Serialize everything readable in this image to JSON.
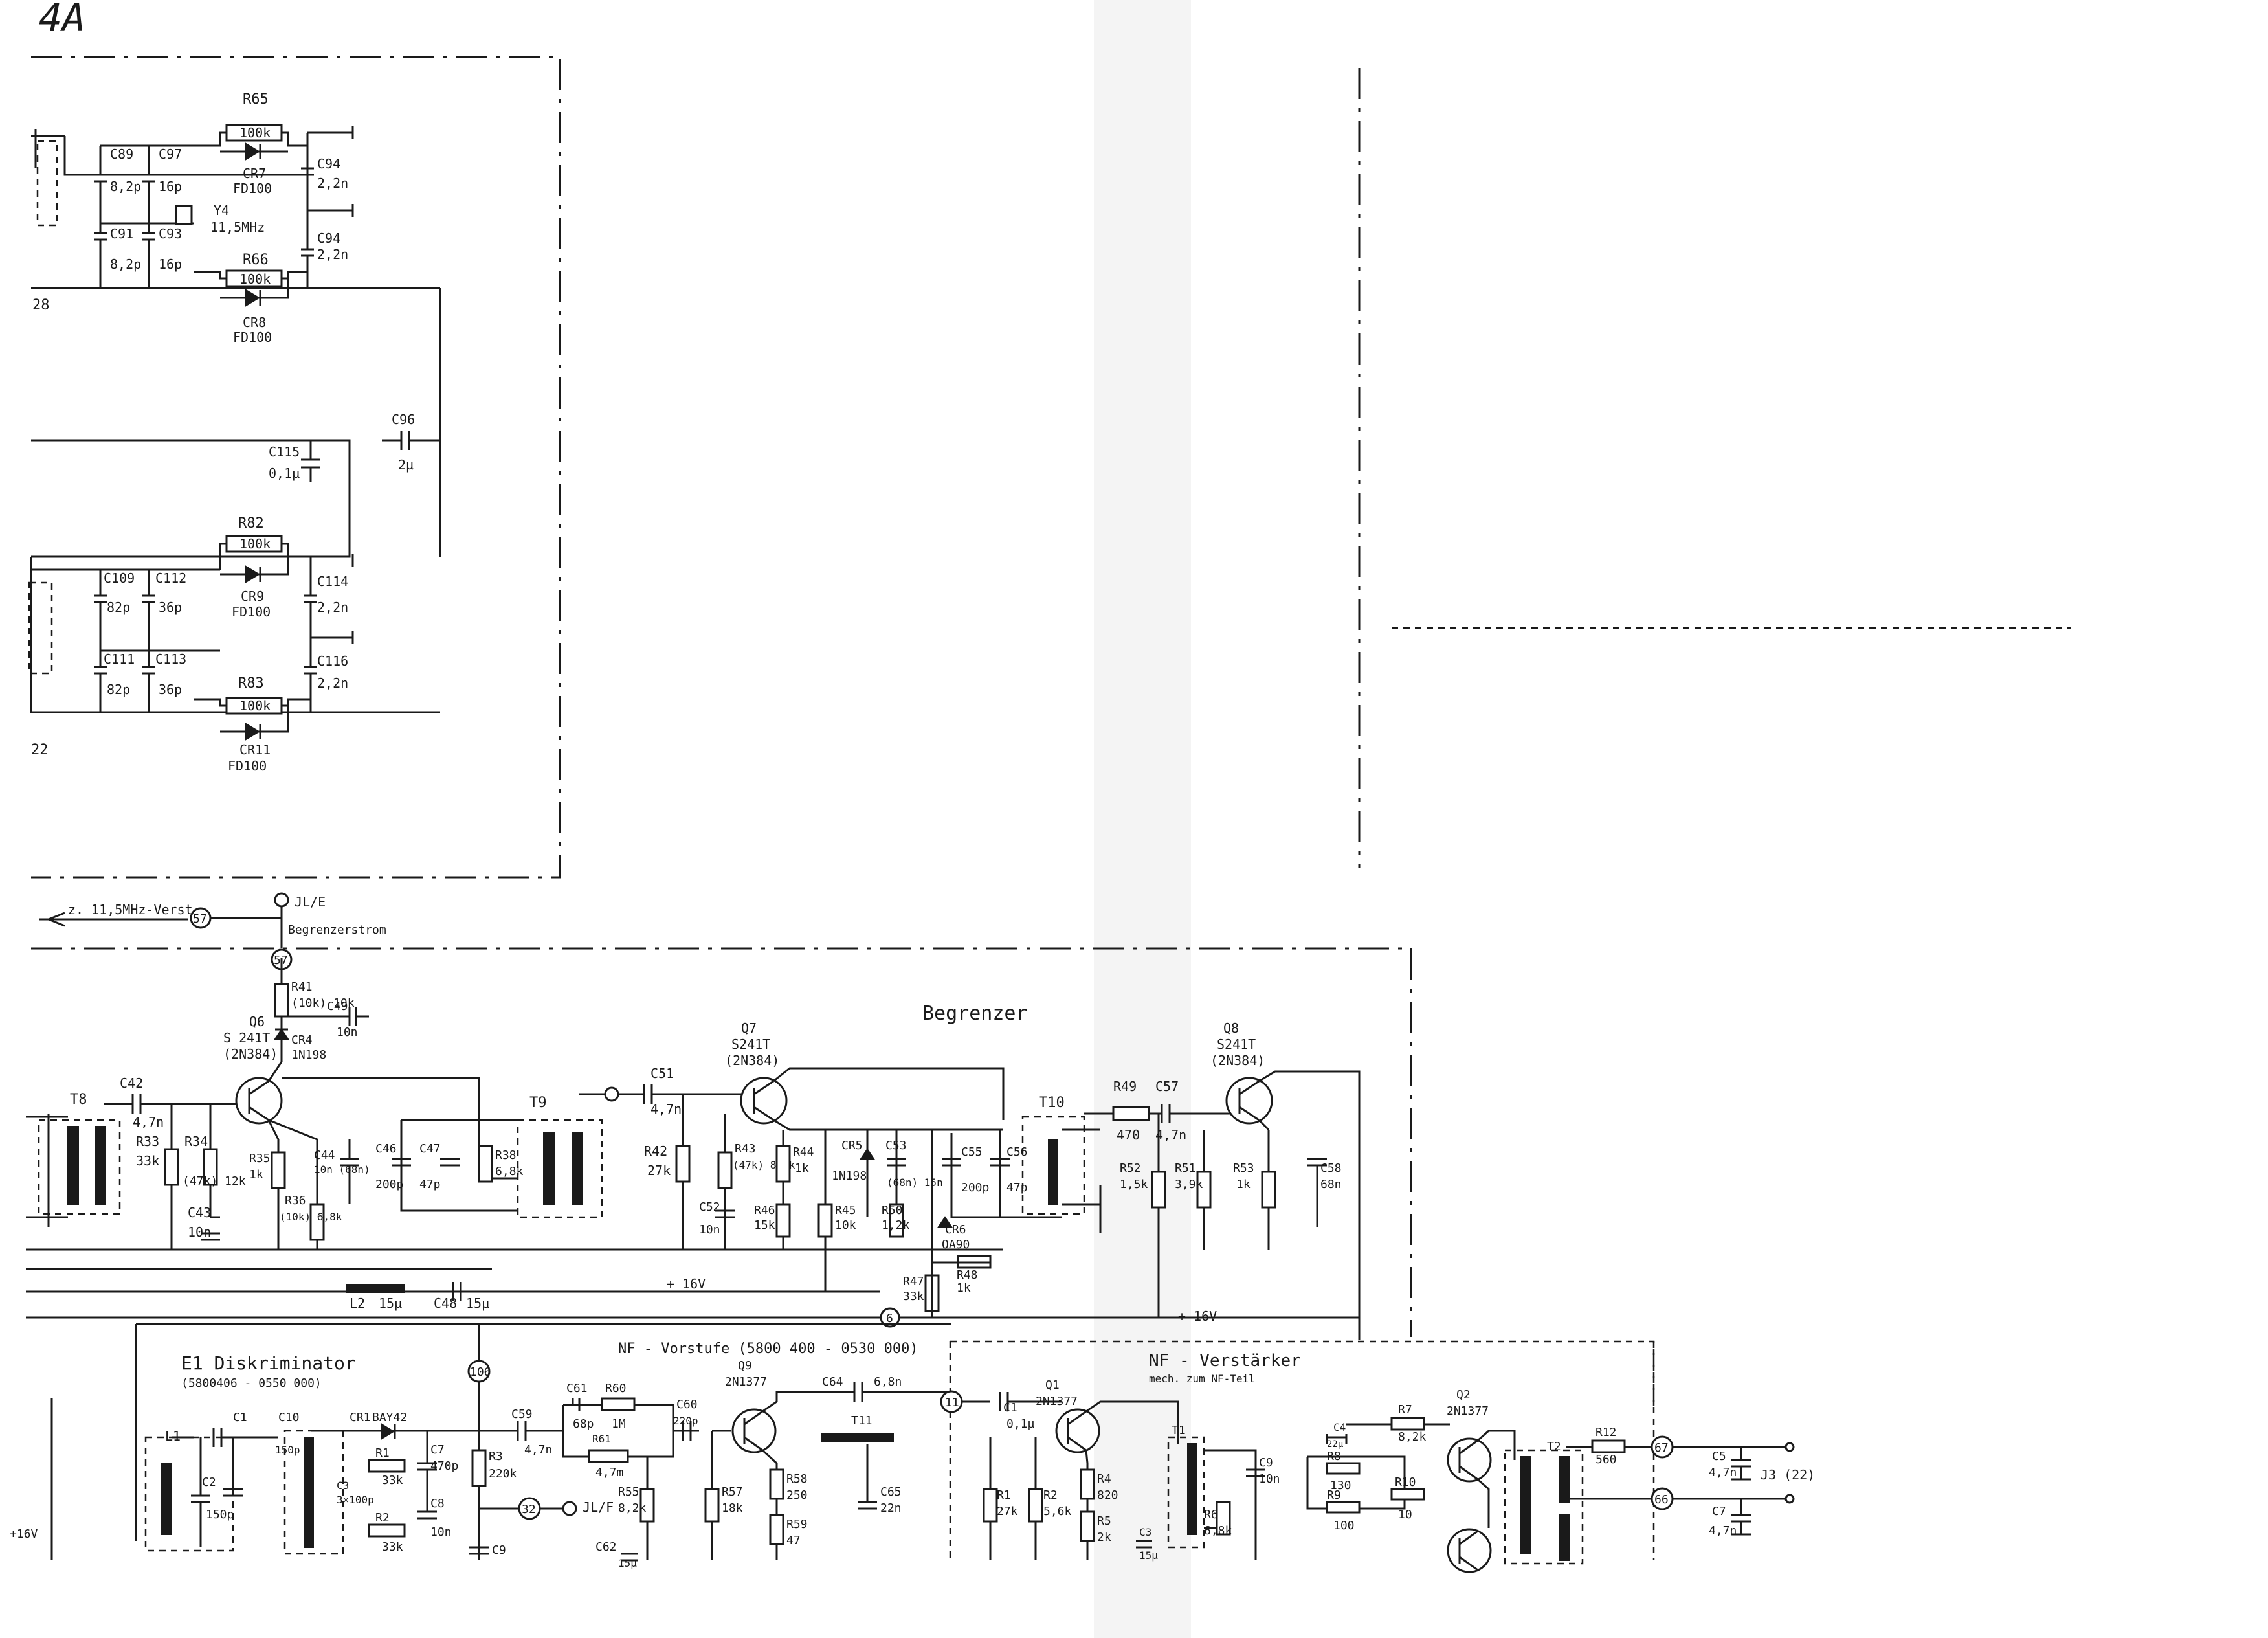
{
  "sheet_number": "4A",
  "crystal_filter_a": {
    "port": "28",
    "R65": "R65",
    "R65_value": "100k",
    "CR7": "CR7",
    "CR7_type": "FD100",
    "R66": "R66",
    "R66_value": "100k",
    "CR8": "CR8",
    "CR8_type": "FD100",
    "C89": "C89",
    "C89_value": "8,2p",
    "C97": "C97",
    "C97_value": "16p",
    "C91": "C91",
    "C91_value": "8,2p",
    "C93": "C93",
    "C93_value": "16p",
    "Y4": "Y4",
    "Y4_value": "11,5MHz",
    "C94a": "C94",
    "C94a_value": "2,2n",
    "C94b": "C94",
    "C94b_value": "2,2n"
  },
  "coupling": {
    "C96": "C96",
    "C96_value": "2µ",
    "C115": "C115",
    "C115_value": "0,1µ"
  },
  "crystal_filter_b": {
    "port": "22",
    "R82": "R82",
    "R82_value": "100k",
    "CR9": "CR9",
    "CR9_type": "FD100",
    "R83": "R83",
    "R83_value": "100k",
    "CR11": "CR11",
    "CR11_type": "FD100",
    "C109": "C109",
    "C109_value": "82p",
    "C112": "C112",
    "C112_value": "36p",
    "C111": "C111",
    "C111_value": "82p",
    "C113": "C113",
    "C113_value": "36p",
    "C114": "C114",
    "C114_value": "2,2n",
    "C116": "C116",
    "C116_value": "2,2n"
  },
  "signal_notes": {
    "to_amp": "z. 11,5MHz-Verst.",
    "node_57": "57",
    "node_57b": "57",
    "jack": "JL/E",
    "limiter_current": "Begrenzerstrom"
  },
  "limiter": {
    "title": "Begrenzer",
    "Q6": "Q6",
    "Q6_type": "S 241T",
    "Q6_alt": "(2N384)",
    "Q7": "Q7",
    "Q7_type": "S241T",
    "Q7_alt": "(2N384)",
    "Q8": "Q8",
    "Q8_type": "S241T",
    "Q8_alt": "(2N384)",
    "R41": "R41",
    "R41_value": "(10k) 10k",
    "C49": "C49",
    "C49_value": "10n",
    "CR4": "CR4",
    "CR4_type": "1N198",
    "T8": "T8",
    "T9": "T9",
    "T10": "T10",
    "C42": "C42",
    "C42_value": "4,7n",
    "R33": "R33",
    "R33_value": "33k",
    "R34": "R34",
    "R34_value": "(47k) 12k",
    "R35": "R35",
    "R35_value": "1k",
    "C43": "C43",
    "C43_value": "10n",
    "C44": "C44",
    "C44_value": "10n (68n)",
    "R36": "R36",
    "R36_value": "(10k) 6,8k",
    "C46": "C46",
    "C46_value": "200p",
    "C47": "C47",
    "C47_value": "47p",
    "R38": "R38",
    "R38_value": "6,8k",
    "C51": "C51",
    "C51_value": "4,7n",
    "R42": "R42",
    "R42_value": "27k",
    "R43": "R43",
    "R43_value": "(47k) 8,2k",
    "C52": "C52",
    "C52_value": "10n",
    "R44": "R44",
    "R44_value": "1k",
    "R46": "R46",
    "R46_value": "15k",
    "CR5": "CR5",
    "CR5_type": "1N198",
    "C53": "C53",
    "C53_value": "(68n) 15n",
    "R45": "R45",
    "R45_value": "10k",
    "R50": "R50",
    "R50_value": "1,2k",
    "CR6": "CR6",
    "CR6_type": "OA90",
    "R48": "R48",
    "R48_value": "1k",
    "R47": "R47",
    "R47_value": "33k",
    "C55": "C55",
    "C55_value": "200p",
    "C56": "C56",
    "C56_value": "47p",
    "R49": "R49",
    "R49_value": "470",
    "C57": "C57",
    "C57_value": "4,7n",
    "R52": "R52",
    "R52_value": "1,5k",
    "R51": "R51",
    "R51_value": "3,9k",
    "R53": "R53",
    "R53_value": "1k",
    "C58": "C58",
    "C58_value": "68n",
    "L2": "L2",
    "L2_value": "15µ",
    "C48": "C48",
    "C48_value": "15µ",
    "supply_a": "+ 16V",
    "supply_b": "+ 16V",
    "node_6": "6"
  },
  "discriminator": {
    "title": "E1 Diskriminator",
    "serial": "(5800406 - 0550 000)",
    "node": "106",
    "L1": "L1",
    "C1": "C1",
    "C2": "C2",
    "C2_value": "150p",
    "C10": "C10",
    "C10_value": "150p",
    "CR1": "CR1",
    "CR1_type": "BAY42",
    "R1": "R1",
    "R1_value": "33k",
    "R2": "R2",
    "R2_value": "33k",
    "C3": "C3",
    "C3_value": "3×100p",
    "C7": "C7",
    "C7_value": "470p",
    "C8": "C8",
    "C8_value": "10n",
    "R3": "R3",
    "R3_value": "220k",
    "C9": "C9",
    "jack": "JL/F",
    "jack_node": "32",
    "supply": "+16V"
  },
  "preamp": {
    "title": "NF - Vorstufe (5800 400 - 0530 000)",
    "Q9": "Q9",
    "Q9_type": "2N1377",
    "C59": "C59",
    "C59_value": "4,7n",
    "C61": "C61",
    "C61_value": "68p",
    "R60": "R60",
    "R60_value": "1M",
    "R61": "R61",
    "R61_value": "4,7m",
    "C60": "C60",
    "C60_value": "220p",
    "R55": "R55",
    "R55_value": "8,2k",
    "R57": "R57",
    "R57_value": "18k",
    "R58": "R58",
    "R58_value": "250",
    "R59": "R59",
    "R59_value": "47",
    "C62": "C62",
    "C62_value": "15µ",
    "C64": "C64",
    "C64_value": "6,8n",
    "T11": "T11",
    "C65": "C65",
    "C65_value": "22n",
    "node": "11"
  },
  "output_amp": {
    "title": "NF - Verstärker",
    "subtitle": "mech. zum NF-Teil",
    "Q1": "Q1",
    "Q1_type": "2N1377",
    "Q2": "Q2",
    "Q2_type": "2N1377",
    "C1": "C1",
    "C1_value": "0,1µ",
    "R1": "R1",
    "R1_value": "27k",
    "R2": "R2",
    "R2_value": "5,6k",
    "R4": "R4",
    "R4_value": "820",
    "R5": "R5",
    "R5_value": "2k",
    "C3": "C3",
    "C3_value": "15µ",
    "T1": "T1",
    "R6": "R6",
    "R6_value": "6,8k",
    "C9": "C9",
    "C9_value": "10n",
    "C4": "C4",
    "C4_value": "22µ",
    "R7": "R7",
    "R7_value": "8,2k",
    "R8": "R8",
    "R8_value": "130",
    "R9": "R9",
    "R9_value": "100",
    "R10": "R10",
    "R10_value": "10",
    "T2": "T2",
    "R12": "R12",
    "R12_value": "560",
    "C5": "C5",
    "C5_value": "4,7n",
    "C7": "C7",
    "C7_value": "4,7n",
    "node_67": "67",
    "node_66": "66",
    "output": "J3 (22)"
  }
}
